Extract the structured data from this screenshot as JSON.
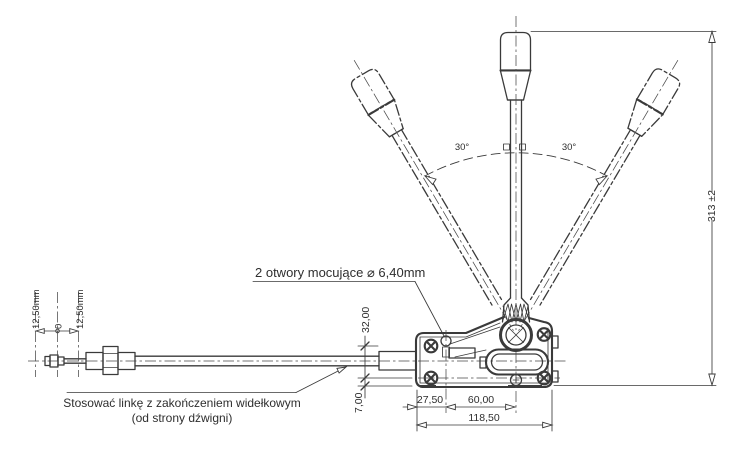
{
  "drawing": {
    "labels": {
      "mounting_holes_note": "2 otwory mocujące ⌀ 6,40mm",
      "cable_note_line1": "Stosować linkę z zakończeniem widełkowym",
      "cable_note_line2": "(od strony dźwigni)"
    },
    "dimensions": {
      "travel_left": "12,50mm",
      "travel_zero": "0",
      "travel_right": "12,50mm",
      "hole_spacing_vertical": "32,00",
      "bottom_offset": "7,00",
      "hole_inset": "27,50",
      "hole_to_pivot": "60,00",
      "base_length": "118,50",
      "lever_height": "313 ±2",
      "angle_left": "30°",
      "angle_right": "30°"
    },
    "colors": {
      "line": "#3a3a3a",
      "background": "#ffffff"
    }
  }
}
